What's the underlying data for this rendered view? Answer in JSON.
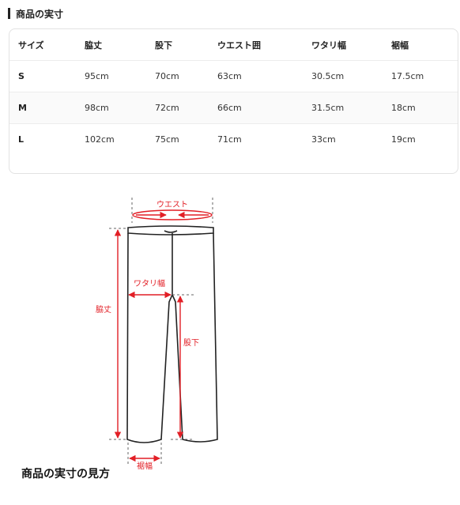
{
  "section": {
    "title": "商品の実寸"
  },
  "table": {
    "headers": [
      "サイズ",
      "脇丈",
      "股下",
      "ウエスト囲",
      "ワタリ幅",
      "裾幅"
    ],
    "rows": [
      [
        "S",
        "95cm",
        "70cm",
        "63cm",
        "30.5cm",
        "17.5cm"
      ],
      [
        "M",
        "98cm",
        "72cm",
        "66cm",
        "31.5cm",
        "18cm"
      ],
      [
        "L",
        "102cm",
        "75cm",
        "71cm",
        "33cm",
        "19cm"
      ]
    ]
  },
  "diagram": {
    "labels": {
      "waist": "ウエスト",
      "thigh": "ワタリ幅",
      "outseam": "脇丈",
      "inseam": "股下",
      "hem": "裾幅"
    },
    "caption": "商品の実寸の見方",
    "accent_color": "#e21f26"
  }
}
